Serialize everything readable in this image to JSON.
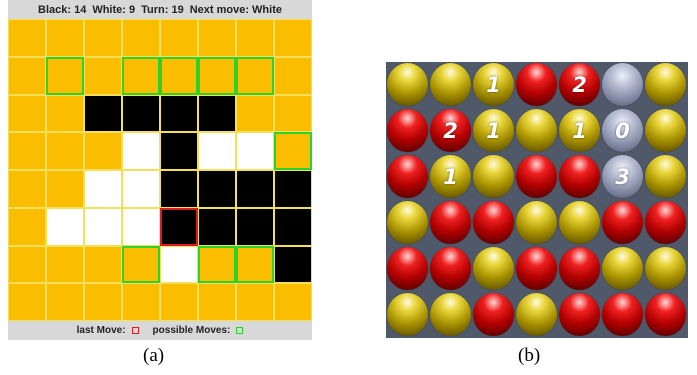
{
  "panel_a": {
    "status": {
      "black": "Black: 14",
      "white": "White: 9",
      "turn": "Turn: 19",
      "next_move": "Next move: White"
    },
    "legend": {
      "last_move_label": "last Move:",
      "possible_moves_label": "possible Moves:"
    },
    "legend_colors": {
      "last_move": "#d61e1e",
      "possible_move": "#2bd32b"
    },
    "board_colors": {
      "background": "#fbbd00",
      "grid": "#f3e05a",
      "black": "#000000",
      "white": "#ffffff"
    },
    "board": [
      [
        "e",
        "e",
        "e",
        "e",
        "e",
        "e",
        "e",
        "e"
      ],
      [
        "e",
        "p",
        "e",
        "p",
        "p",
        "p",
        "p",
        "e"
      ],
      [
        "e",
        "e",
        "b",
        "b",
        "b",
        "b",
        "e",
        "e"
      ],
      [
        "e",
        "e",
        "e",
        "w",
        "b",
        "w",
        "w",
        "p"
      ],
      [
        "e",
        "e",
        "w",
        "w",
        "b",
        "b",
        "b",
        "b"
      ],
      [
        "e",
        "w",
        "w",
        "w",
        "bl",
        "b",
        "b",
        "b"
      ],
      [
        "e",
        "e",
        "e",
        "p",
        "w",
        "p",
        "p",
        "b"
      ],
      [
        "e",
        "e",
        "e",
        "e",
        "e",
        "e",
        "e",
        "e"
      ]
    ],
    "caption": "(a)"
  },
  "panel_b": {
    "marble_colors": {
      "yellow": "#c9b41a",
      "red": "#d81010",
      "grey": "#9aa1b8"
    },
    "board": [
      [
        {
          "c": "y"
        },
        {
          "c": "y"
        },
        {
          "c": "y",
          "n": "1"
        },
        {
          "c": "r"
        },
        {
          "c": "r",
          "n": "2"
        },
        {
          "c": "g"
        },
        {
          "c": "y"
        }
      ],
      [
        {
          "c": "r"
        },
        {
          "c": "r",
          "n": "2"
        },
        {
          "c": "y",
          "n": "1"
        },
        {
          "c": "y"
        },
        {
          "c": "y",
          "n": "1"
        },
        {
          "c": "g",
          "n": "0"
        },
        {
          "c": "y"
        }
      ],
      [
        {
          "c": "r"
        },
        {
          "c": "y",
          "n": "1"
        },
        {
          "c": "y"
        },
        {
          "c": "r"
        },
        {
          "c": "r"
        },
        {
          "c": "g",
          "n": "3"
        },
        {
          "c": "y"
        }
      ],
      [
        {
          "c": "y"
        },
        {
          "c": "r"
        },
        {
          "c": "r"
        },
        {
          "c": "y"
        },
        {
          "c": "y"
        },
        {
          "c": "r"
        },
        {
          "c": "r"
        }
      ],
      [
        {
          "c": "r"
        },
        {
          "c": "r"
        },
        {
          "c": "y"
        },
        {
          "c": "r"
        },
        {
          "c": "r"
        },
        {
          "c": "y"
        },
        {
          "c": "y"
        }
      ],
      [
        {
          "c": "y"
        },
        {
          "c": "y"
        },
        {
          "c": "r"
        },
        {
          "c": "y"
        },
        {
          "c": "r"
        },
        {
          "c": "r"
        },
        {
          "c": "r"
        }
      ]
    ],
    "caption": "(b)"
  }
}
